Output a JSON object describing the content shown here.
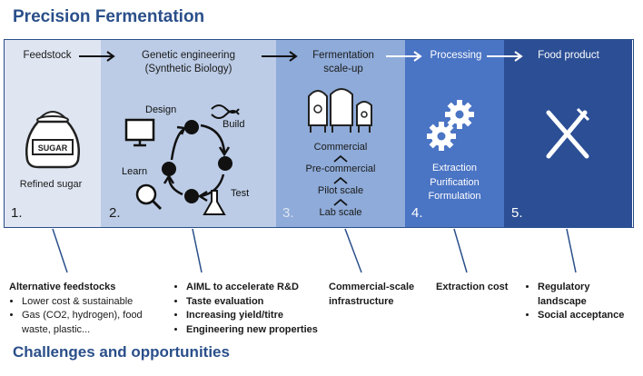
{
  "title": "Precision Fermentation",
  "footer": "Challenges and opportunities",
  "stages": [
    {
      "label": "Feedstock",
      "number": "1.",
      "caption": "Refined sugar",
      "sack_text": "SUGAR",
      "color": "#dfe6f2"
    },
    {
      "label": "Genetic engineering\n(Synthetic Biology)",
      "number": "2.",
      "cycle": [
        "Design",
        "Build",
        "Test",
        "Learn"
      ],
      "color": "#bccce6"
    },
    {
      "label": "Fermentation\nscale-up",
      "number": "3.",
      "scales": [
        "Commercial",
        "Pre-commercial",
        "Pilot scale",
        "Lab scale"
      ],
      "color": "#8eabd9"
    },
    {
      "label": "Processing",
      "number": "4.",
      "steps": [
        "Extraction",
        "Purification",
        "Formulation"
      ],
      "color": "#4a74c4"
    },
    {
      "label": "Food product",
      "number": "5.",
      "color": "#2b4e95"
    }
  ],
  "challenges": [
    {
      "heading": "Alternative feedstocks",
      "items": [
        "Lower cost & sustainable",
        "Gas (CO2, hydrogen), food waste, plastic..."
      ]
    },
    {
      "heading": "",
      "items": [
        "AIML to accelerate R&D",
        "Taste evaluation",
        "Increasing yield/titre",
        "Engineering new properties"
      ]
    },
    {
      "heading": "Commercial-scale infrastructure",
      "items": []
    },
    {
      "heading": "Extraction cost",
      "items": []
    },
    {
      "heading": "",
      "items": [
        "Regulatory landscape",
        "Social acceptance"
      ]
    }
  ],
  "colors": {
    "title": "#2a4f8a",
    "frame": "#2a4f8a"
  }
}
